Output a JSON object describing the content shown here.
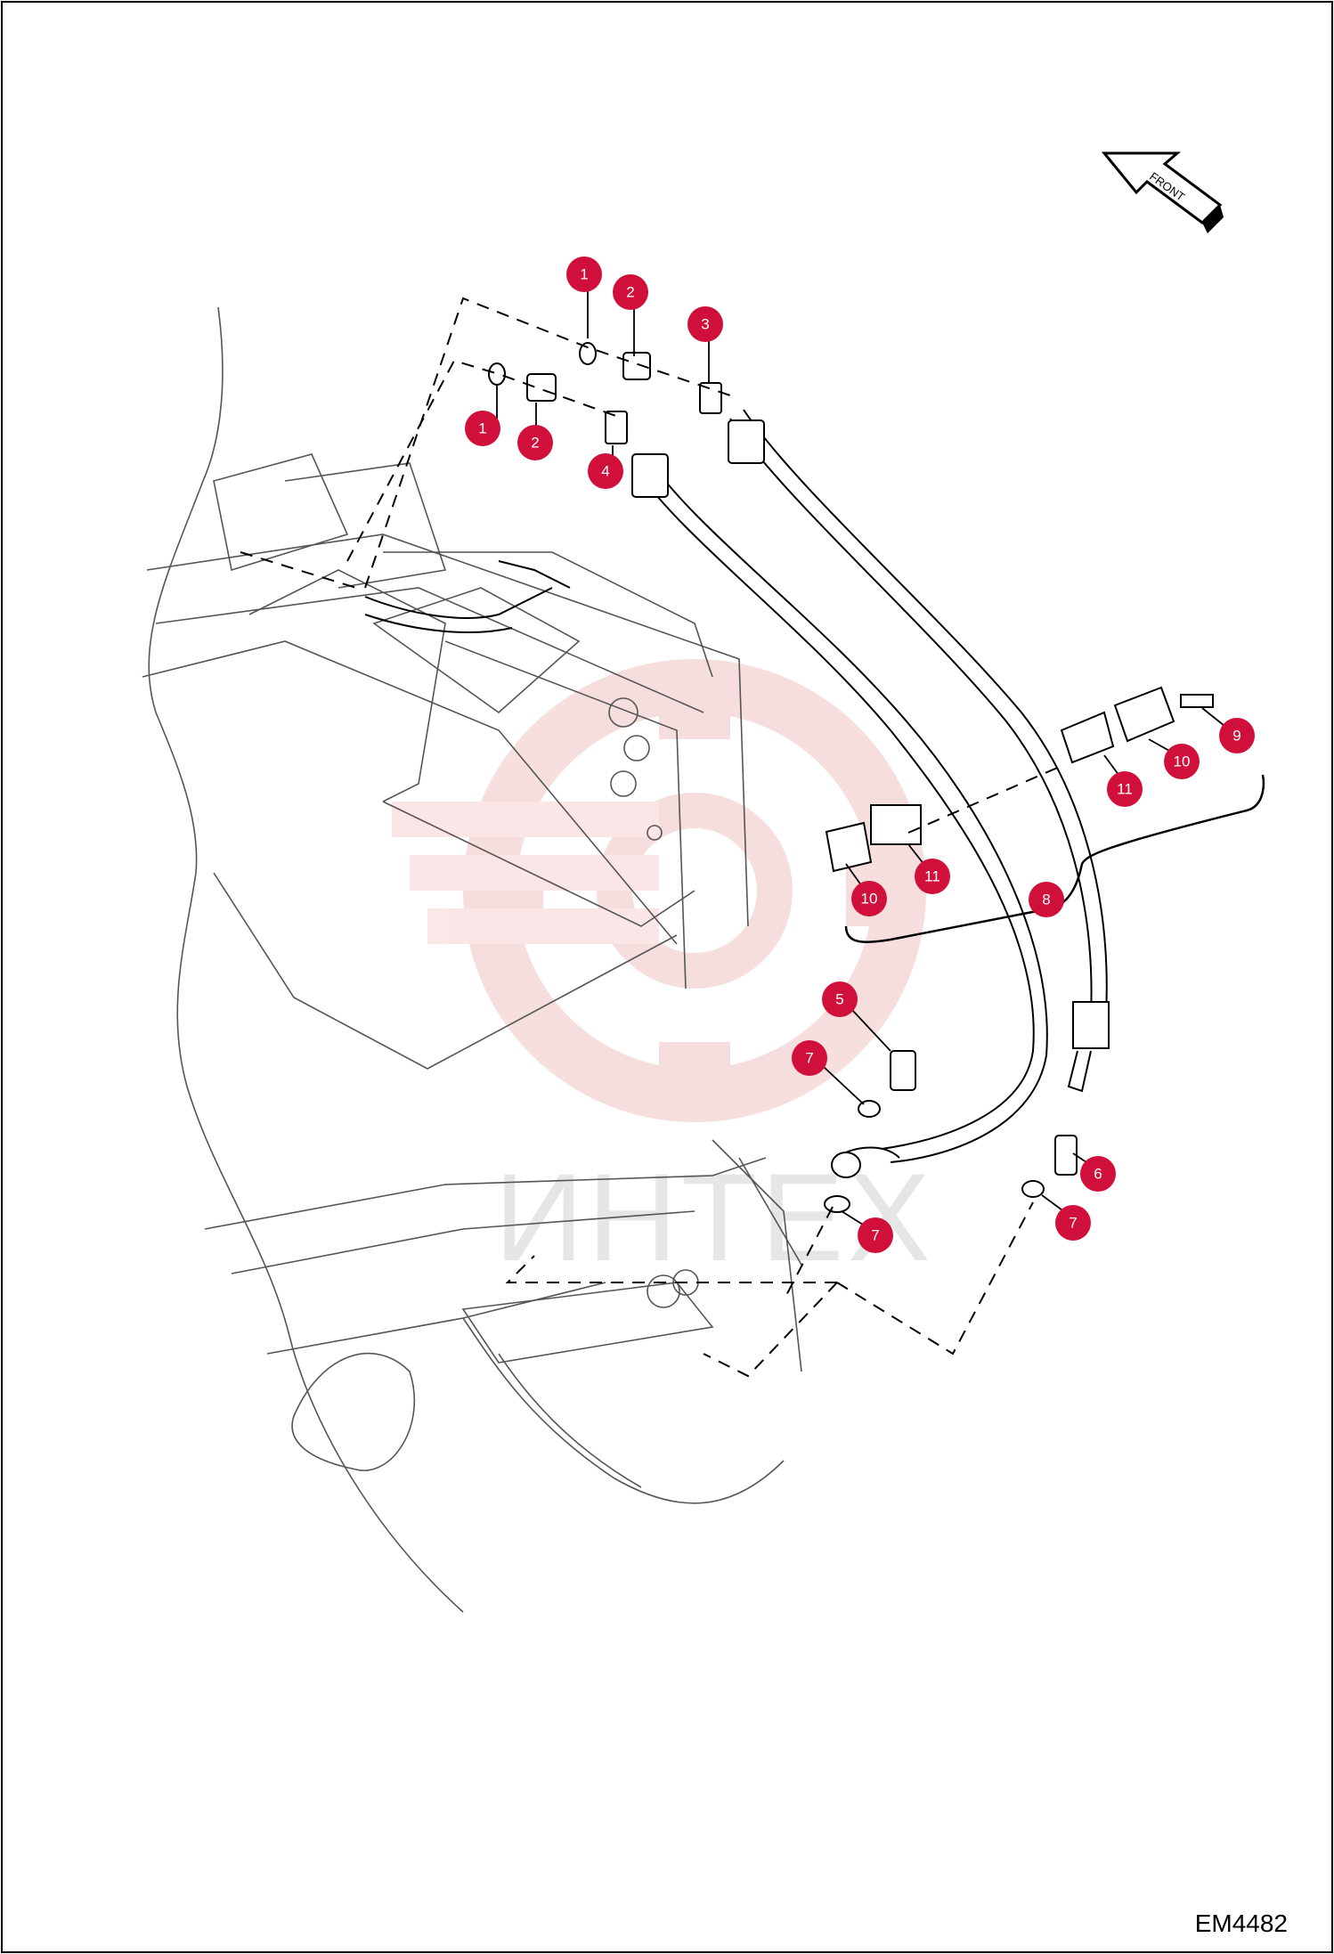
{
  "drawing_code": "EM4482",
  "orientation_label": "FRONT",
  "watermark_text": "ИНТЕХ",
  "callouts": [
    {
      "number": "1"
    },
    {
      "number": "2"
    },
    {
      "number": "3"
    },
    {
      "number": "1"
    },
    {
      "number": "2"
    },
    {
      "number": "4"
    },
    {
      "number": "9"
    },
    {
      "number": "10"
    },
    {
      "number": "11"
    },
    {
      "number": "10"
    },
    {
      "number": "11"
    },
    {
      "number": "8"
    },
    {
      "number": "5"
    },
    {
      "number": "7"
    },
    {
      "number": "7"
    },
    {
      "number": "6"
    },
    {
      "number": "7"
    }
  ],
  "colors": {
    "badge": "#d0103a",
    "line": "#000000",
    "watermark": "#f2c4c4"
  }
}
